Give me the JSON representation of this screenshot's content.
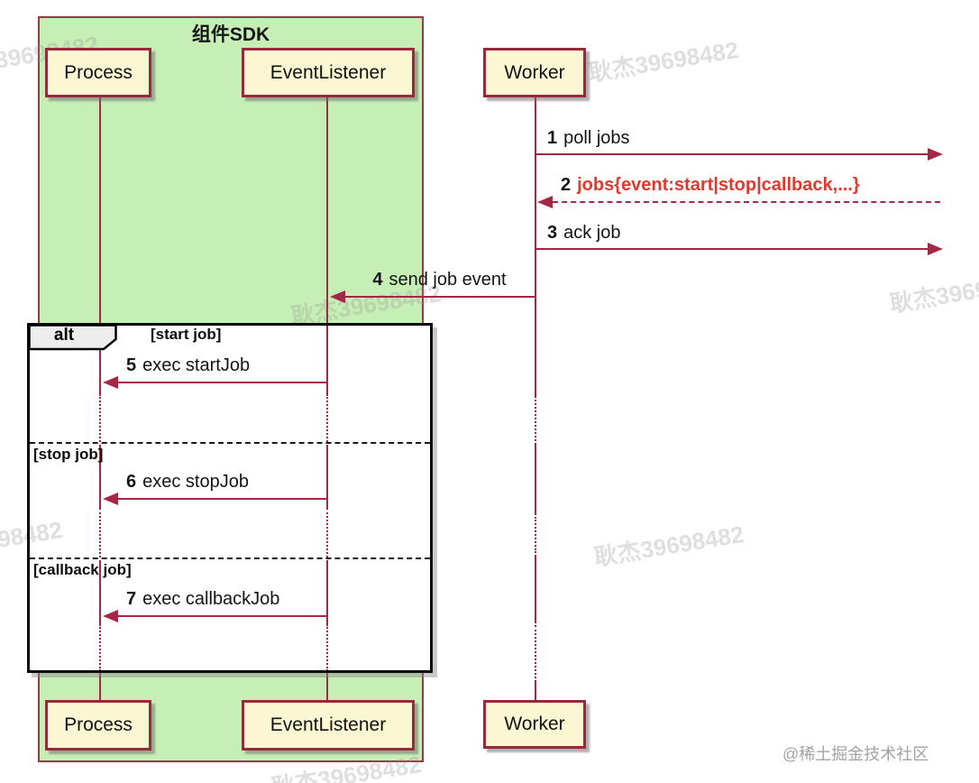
{
  "package": {
    "title": "组件SDK"
  },
  "participants": {
    "process": "Process",
    "event_listener": "EventListener",
    "worker": "Worker"
  },
  "messages": [
    {
      "num": "1",
      "text": "poll jobs"
    },
    {
      "num": "2",
      "text": "jobs{event:start|stop|callback,...}"
    },
    {
      "num": "3",
      "text": "ack job"
    },
    {
      "num": "4",
      "text": "send job event"
    },
    {
      "num": "5",
      "text": "exec startJob"
    },
    {
      "num": "6",
      "text": "exec stopJob"
    },
    {
      "num": "7",
      "text": "exec callbackJob"
    }
  ],
  "alt_frame": {
    "operator": "alt",
    "guards": [
      "[start job]",
      "[stop job]",
      "[callback job]"
    ]
  },
  "watermark": {
    "text": "耿杰39698482",
    "community": "@稀土掘金技术社区"
  },
  "colors": {
    "package_fill": "#c6efb5",
    "participant_fill": "#fbf7d3",
    "participant_border": "#96293a",
    "lifeline_arrow": "#a42746",
    "message2_text": "#e03a2f",
    "frame_border": "#0a0a0a"
  }
}
